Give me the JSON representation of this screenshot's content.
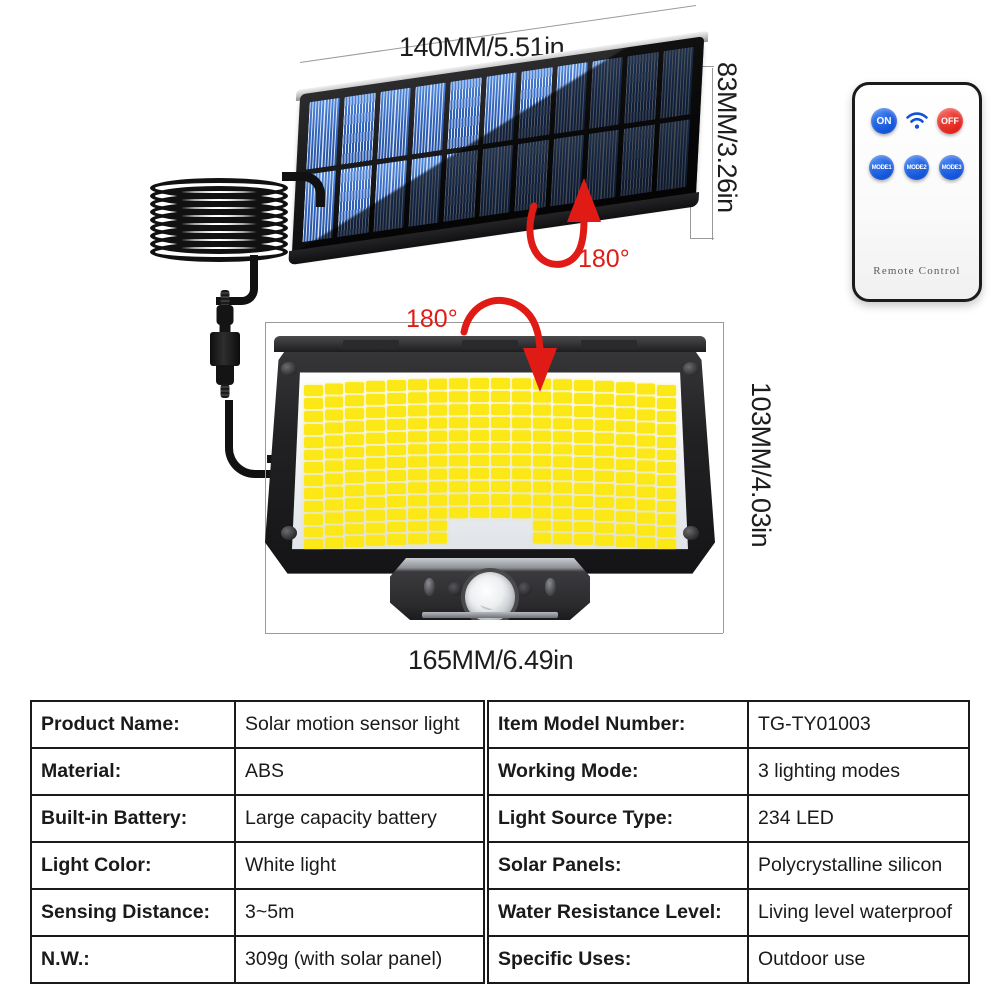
{
  "product_diagram": {
    "dimensions": {
      "solar_panel_width": "140MM/5.51in",
      "solar_panel_depth": "83MM/3.26in",
      "lamp_height": "103MM/4.03in",
      "lamp_width": "165MM/6.49in"
    },
    "rotation_annotations": {
      "panel_rotation": "180°",
      "lamp_rotation": "180°"
    },
    "accent_color": "#e01b15",
    "led_color": "#fbe816",
    "solar_cell_color": "#2f62bb"
  },
  "remote": {
    "on_label": "ON",
    "off_label": "OFF",
    "signal_icon": "wifi-icon",
    "mode1_label": "MODE1",
    "mode2_label": "MODE2",
    "mode3_label": "MODE3",
    "caption": "Remote Control",
    "on_color": "#1152d8",
    "off_color": "#e2201a"
  },
  "spec_table_left": [
    {
      "key": "Product Name:",
      "value": "Solar motion sensor light"
    },
    {
      "key": "Material:",
      "value": "ABS"
    },
    {
      "key": "Built-in Battery:",
      "value": "Large capacity battery"
    },
    {
      "key": "Light Color:",
      "value": "White light"
    },
    {
      "key": "Sensing Distance:",
      "value": "3~5m"
    },
    {
      "key": "N.W.:",
      "value": "309g (with solar panel)"
    }
  ],
  "spec_table_right": [
    {
      "key": "Item Model Number:",
      "value": "TG-TY01003"
    },
    {
      "key": "Working Mode:",
      "value": "3 lighting modes"
    },
    {
      "key": "Light Source Type:",
      "value": "234 LED"
    },
    {
      "key": "Solar Panels:",
      "value": "Polycrystalline silicon"
    },
    {
      "key": "Water Resistance Level:",
      "value": "Living level waterproof"
    },
    {
      "key": "Specific Uses:",
      "value": "Outdoor use"
    }
  ]
}
